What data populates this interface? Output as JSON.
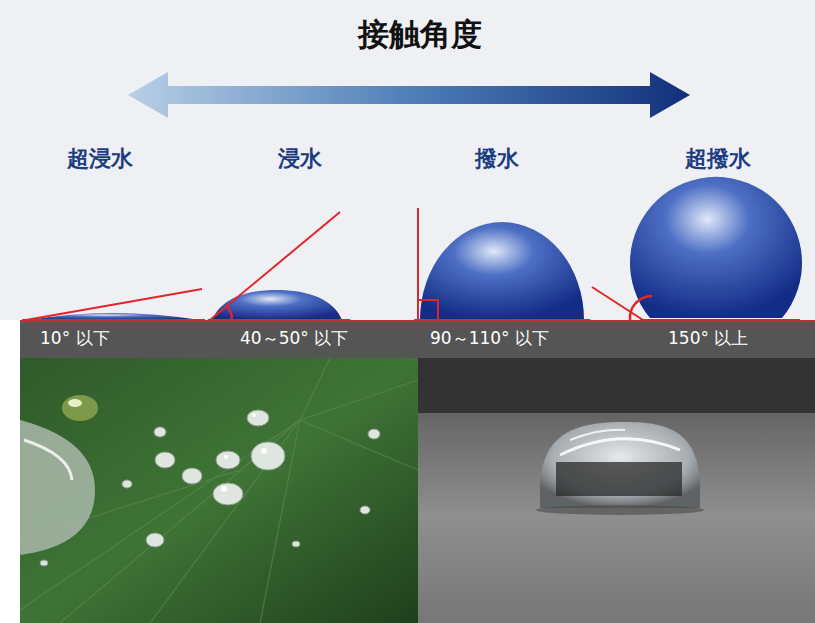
{
  "diagram": {
    "title": "接触角度",
    "labels": [
      "超浸水",
      "浸水",
      "撥水",
      "超撥水",
      "10° 以下",
      "40～50° 以下",
      "90～110° 以下",
      "150° 以上"
    ]
  }
}
